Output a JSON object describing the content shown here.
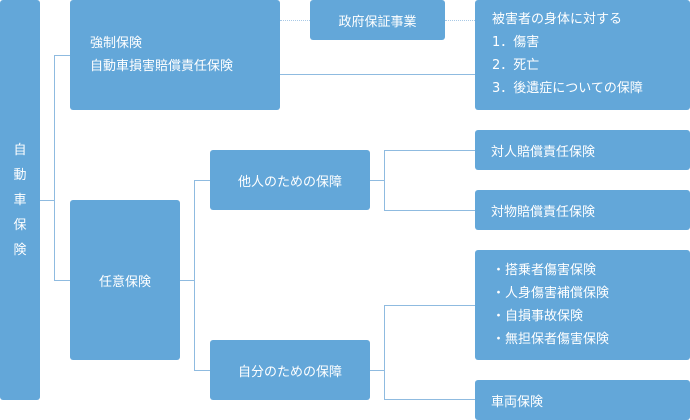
{
  "root": {
    "chars": [
      "自",
      "動",
      "車",
      "保",
      "険"
    ]
  },
  "compulsory": {
    "line1": "強制保険",
    "line2": "自動車損害賠償責任保険"
  },
  "government": {
    "label": "政府保証事業"
  },
  "victim": {
    "title": "被害者の身体に対する",
    "items": [
      "1．傷害",
      "2．死亡",
      "3．後遺症についての保障"
    ]
  },
  "voluntary": {
    "label": "任意保険"
  },
  "others": {
    "label": "他人のための保障"
  },
  "self": {
    "label": "自分のための保障"
  },
  "bodily": {
    "label": "対人賠償責任保険"
  },
  "property": {
    "label": "対物賠償責任保険"
  },
  "selfcov": {
    "items": [
      "・搭乗者傷害保険",
      "・人身傷害補償保険",
      "・自損事故保険",
      "・無担保者傷害保険"
    ]
  },
  "vehicle": {
    "label": "車両保険"
  }
}
